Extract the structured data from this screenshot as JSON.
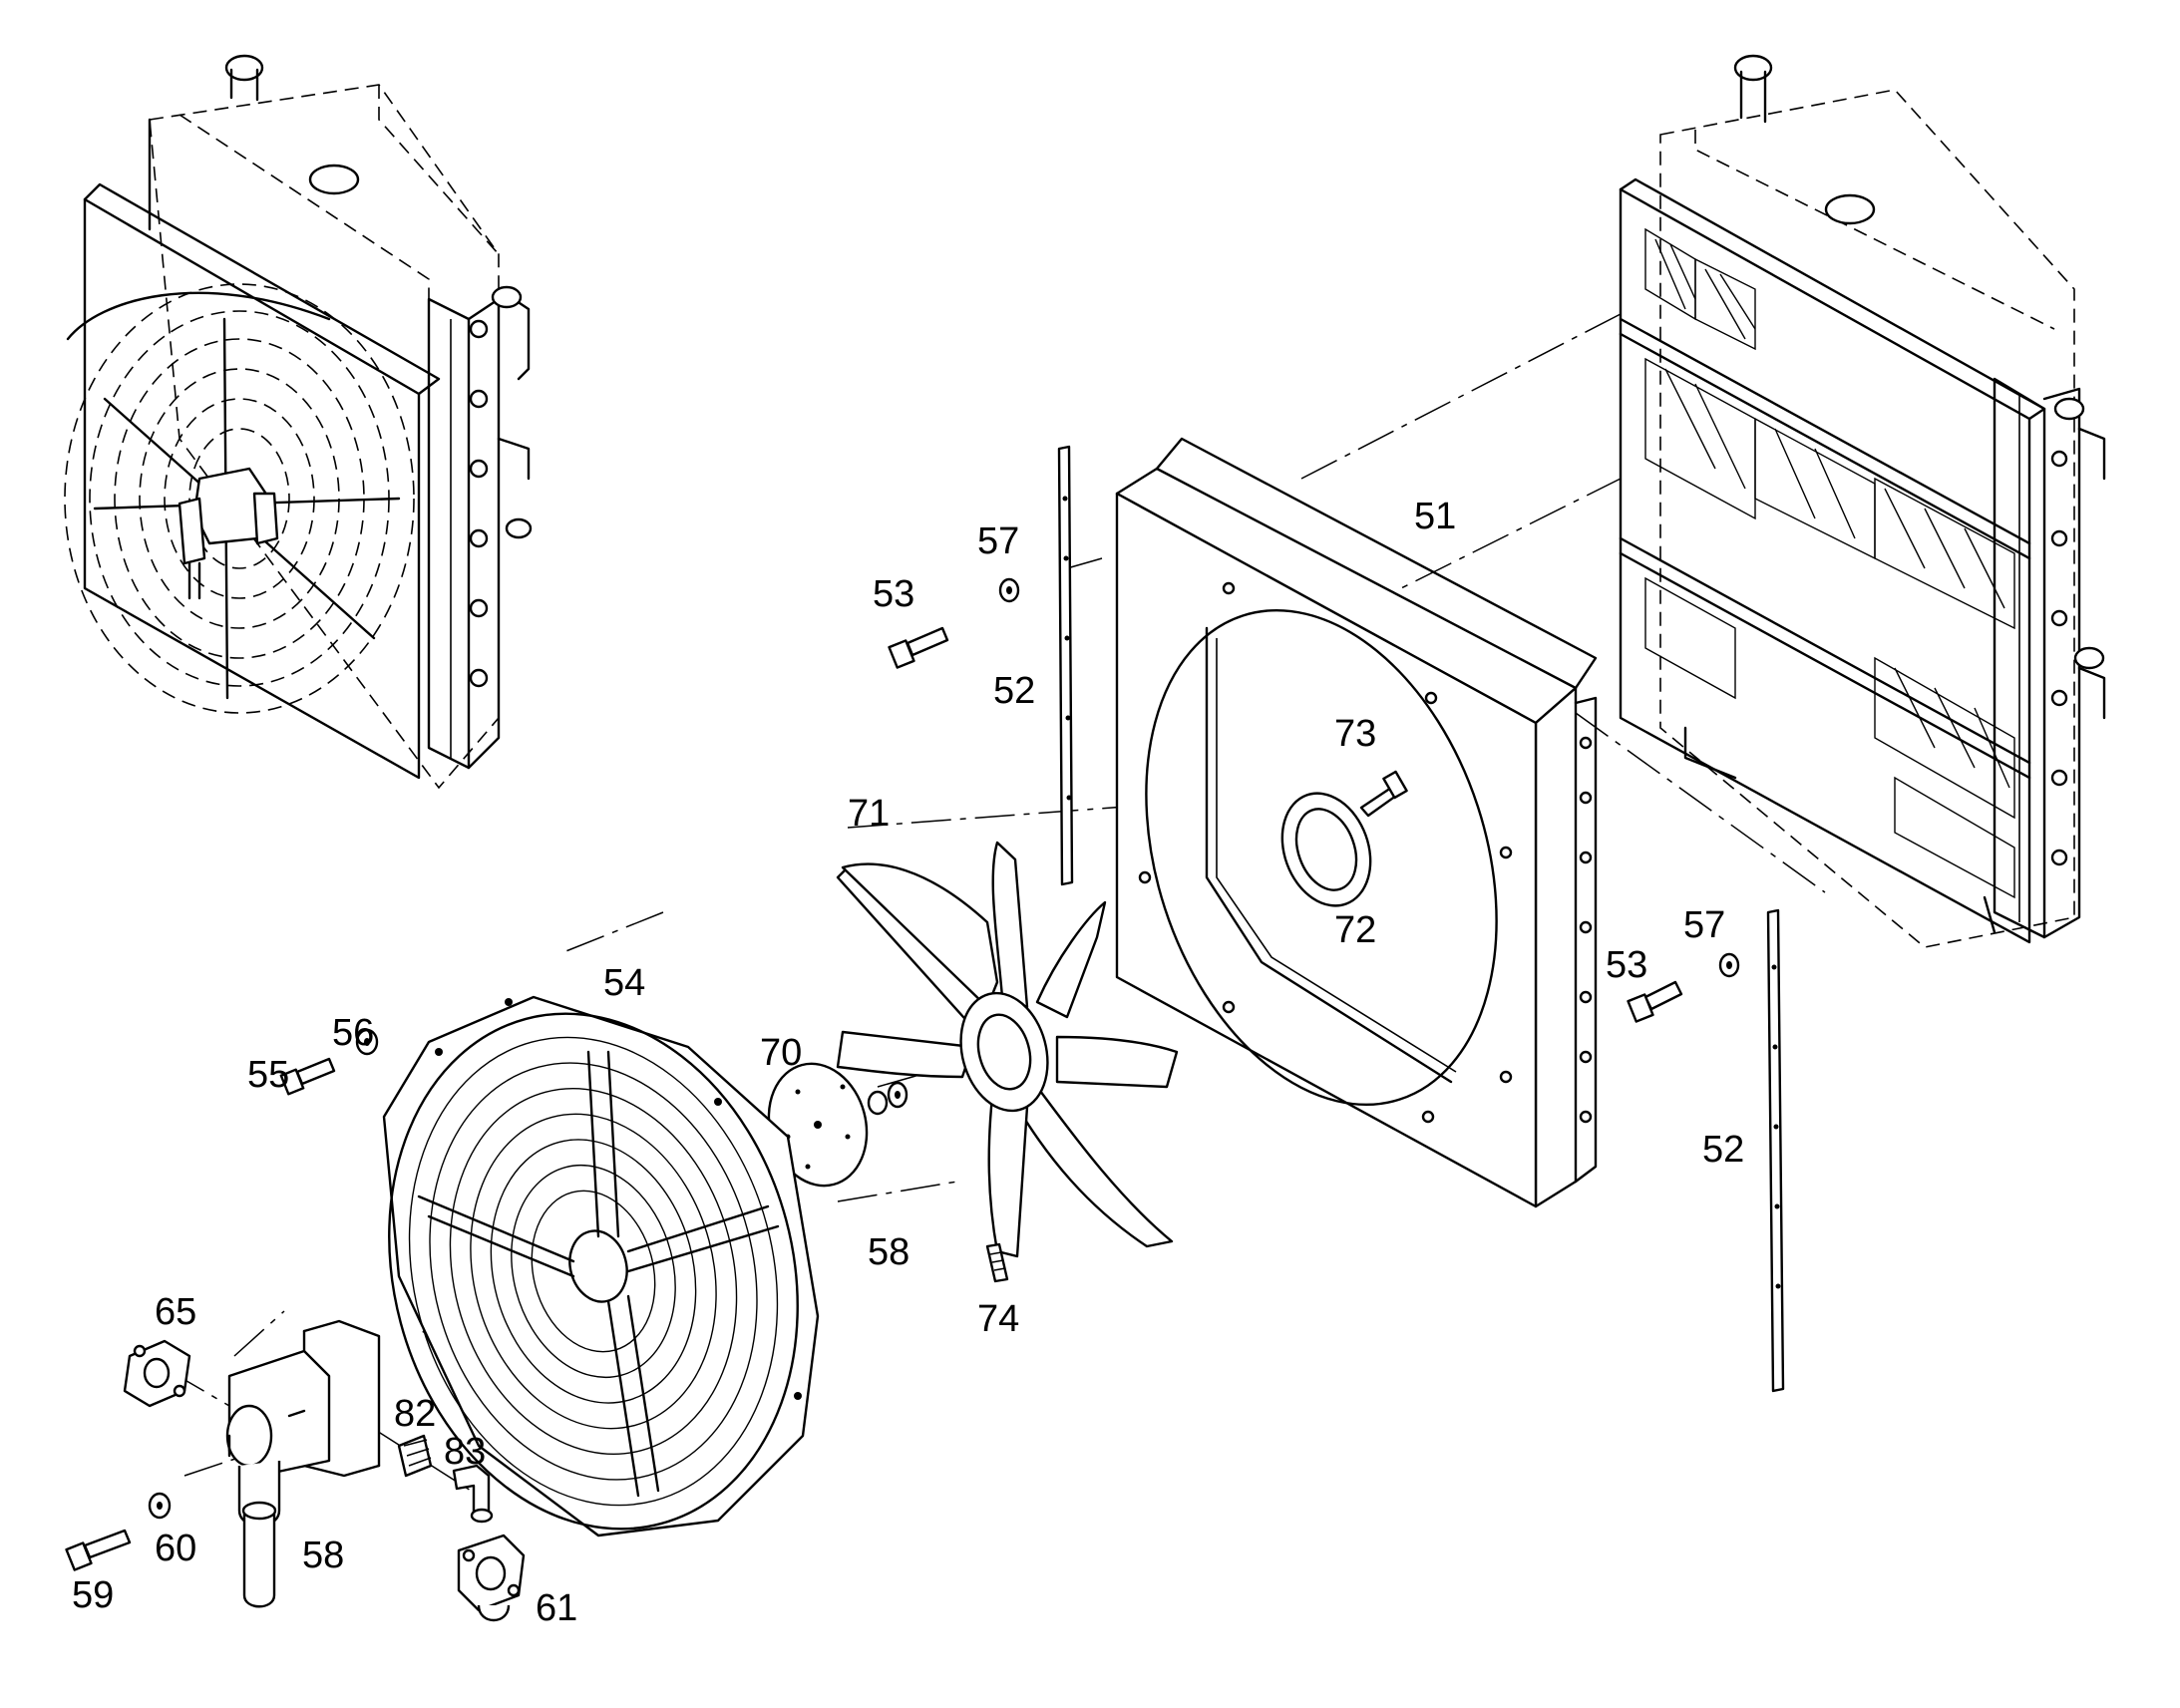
{
  "labels": {
    "l51": "51",
    "l52a": "52",
    "l52b": "52",
    "l53a": "53",
    "l53b": "53",
    "l54": "54",
    "l55": "55",
    "l56": "56",
    "l57a": "57",
    "l57b": "57",
    "l58a": "58",
    "l58b": "58",
    "l59": "59",
    "l60": "60",
    "l61": "61",
    "l65": "65",
    "l70": "70",
    "l71": "71",
    "l72": "72",
    "l73": "73",
    "l74": "74",
    "l82": "82",
    "l83": "83"
  }
}
